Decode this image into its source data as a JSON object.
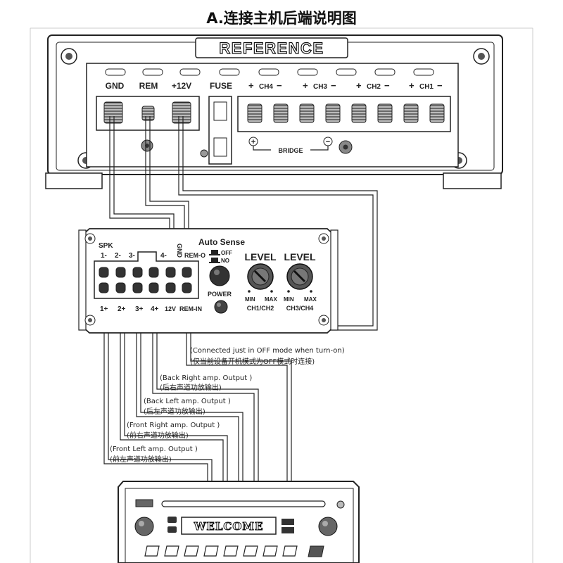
{
  "title": "A.连接主机后端说明图",
  "amp": {
    "brand": "REFERENCE",
    "terminals": {
      "gnd": "GND",
      "rem": "REM",
      "v12": "+12V",
      "fuse": "FUSE"
    },
    "channels": [
      "CH4",
      "CH3",
      "CH2",
      "CH1"
    ],
    "bridge": "BRIDGE"
  },
  "converter": {
    "spk_label": "SPK",
    "top_pins": [
      "1-",
      "2-",
      "3-",
      "4-",
      "GND",
      "REM-O"
    ],
    "bottom_pins": [
      "1+",
      "2+",
      "3+",
      "4+",
      "12V",
      "REM-IN"
    ],
    "auto_sense": "Auto Sense",
    "off": "OFF",
    "no": "NO",
    "power": "POWER",
    "level": "LEVEL",
    "min": "MIN",
    "max": "MAX",
    "knobs": [
      "CH1/CH2",
      "CH3/CH4"
    ]
  },
  "notes": [
    {
      "en": "(Connected just in OFF mode when turn-on)",
      "zh": "(仅当前设备开机模式为OFF模式时连接)"
    },
    {
      "en": "(Back Right amp. Output )",
      "zh": "(后右声道功放输出)"
    },
    {
      "en": "(Back Left amp. Output )",
      "zh": "(后左声道功放输出)"
    },
    {
      "en": "(Front Right amp. Output )",
      "zh": "(前右声道功放输出)"
    },
    {
      "en": "(Front Left amp. Output )",
      "zh": "(前左声道功放输出)"
    }
  ],
  "head_unit": {
    "display": "WELCOME"
  }
}
